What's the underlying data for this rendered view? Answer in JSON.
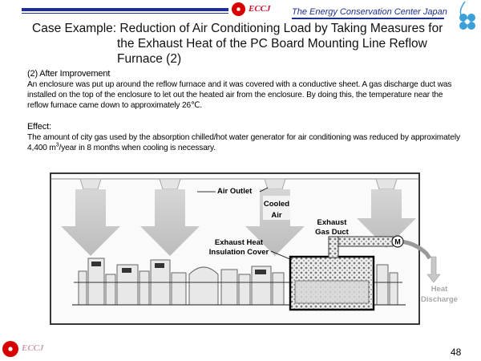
{
  "header": {
    "brand": "ECCJ",
    "organization": "The Energy Conservation Center Japan"
  },
  "title": {
    "line1": "Case Example: Reduction of Air Conditioning Load by Taking Measures for",
    "line2": "the Exhaust Heat of the PC Board Mounting Line Reflow",
    "line3": "Furnace (2)"
  },
  "improvement": {
    "heading": "(2) After Improvement",
    "text": "An enclosure was put up around the reflow furnace and it was covered with a conductive sheet. A gas discharge duct was installed on the top of the enclosure to let out the heated air from the enclosure. By doing this, the temperature near the reflow furnace came down to approximately 26℃."
  },
  "effect": {
    "heading": "Effect:",
    "text_before": "The amount of city gas used by the absorption chilled/hot water generator for air conditioning was reduced by approximately 4,400 m",
    "superscript": "3",
    "text_after": "/year in 8 months when cooling is necessary."
  },
  "diagram": {
    "air_outlet": "Air Outlet",
    "cooled": "Cooled",
    "air": "Air",
    "exhaust": "Exhaust",
    "gas_duct": "Gas Duct",
    "insulation_line1": "Exhaust Heat",
    "insulation_line2": "Insulation Cover",
    "motor": "M",
    "heat": "Heat",
    "discharge": "Discharge"
  },
  "footer": {
    "brand": "ECCJ",
    "page_number": "48"
  },
  "colors": {
    "navy": "#1f2f8f",
    "logo_red": "#d60000",
    "clover_blue": "#3aa0d8",
    "arrow_gray": "#c4c4c4",
    "heat_gray": "#a8a8a8"
  }
}
